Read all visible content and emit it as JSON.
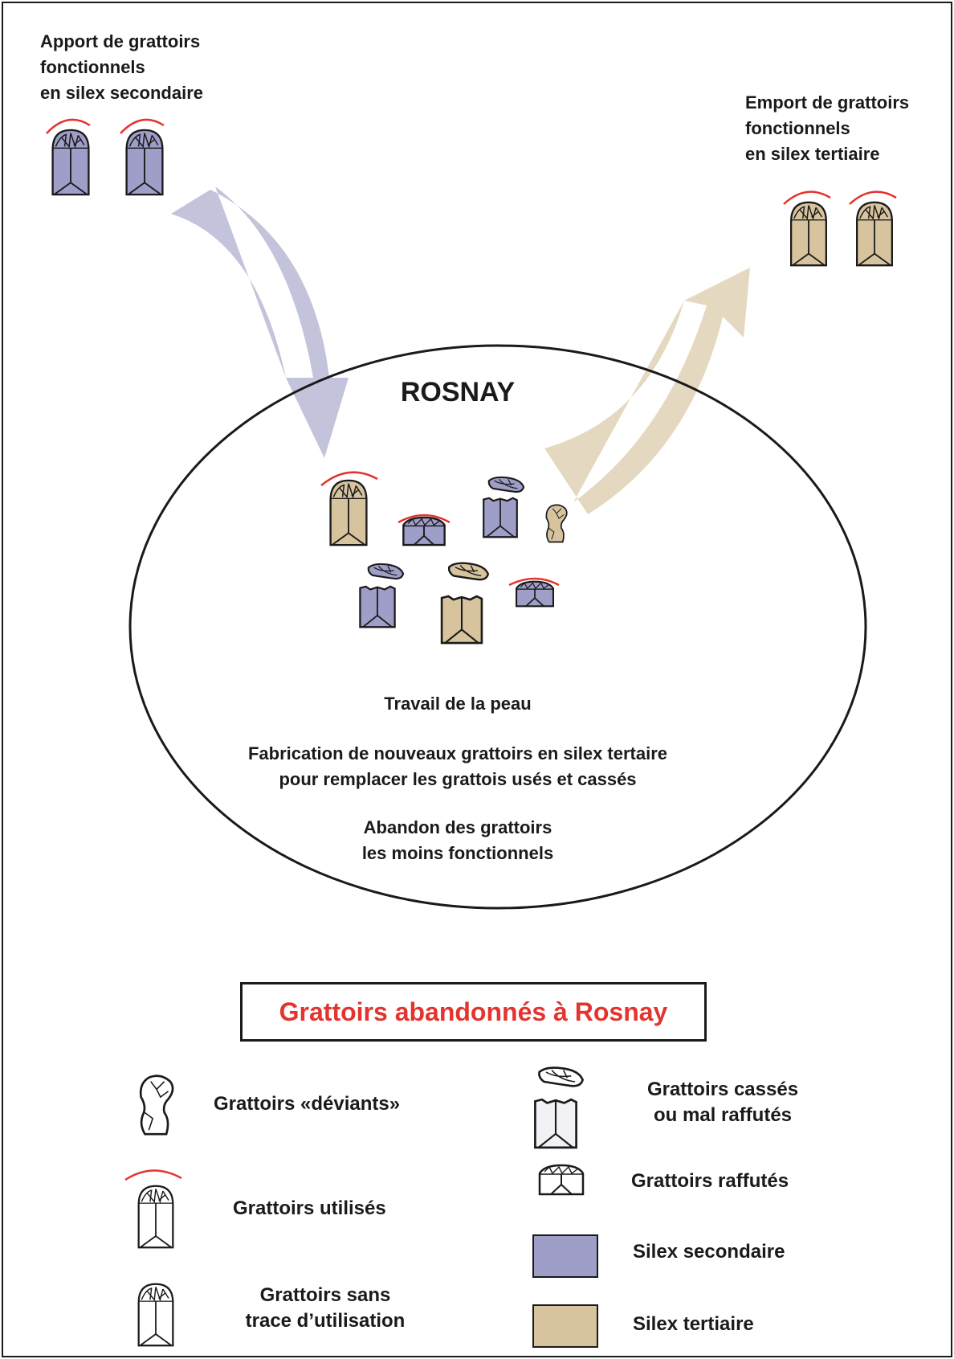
{
  "colors": {
    "silex_secondaire": "#9e9ec8",
    "silex_tertiaire": "#d7c49f",
    "use_arc": "#e3342f",
    "outline": "#1a1a1a"
  },
  "apport_label": "Apport de grattoirs\nfonctionnels\nen silex secondaire",
  "emport_label": "Emport de grattoirs\nfonctionnels\nen silex tertiaire",
  "site": {
    "name": "ROSNAY",
    "activity_1": "Travail de la peau",
    "activity_2": "Fabrication de nouveaux grattoirs en silex tertaire\npour remplacer les grattois usés et cassés",
    "activity_3": "Abandon des grattoirs\nles moins fonctionnels"
  },
  "legend": {
    "title": "Grattoirs abandonnés à Rosnay",
    "deviants": "Grattoirs «déviants»",
    "utilises": "Grattoirs utilisés",
    "sans_trace": "Grattoirs sans\ntrace d’utilisation",
    "casses": "Grattoirs cassés\nou mal raffutés",
    "raffutes": "Grattoirs raffutés",
    "silex_secondaire": "Silex secondaire",
    "silex_tertiaire": "Silex tertiaire"
  }
}
